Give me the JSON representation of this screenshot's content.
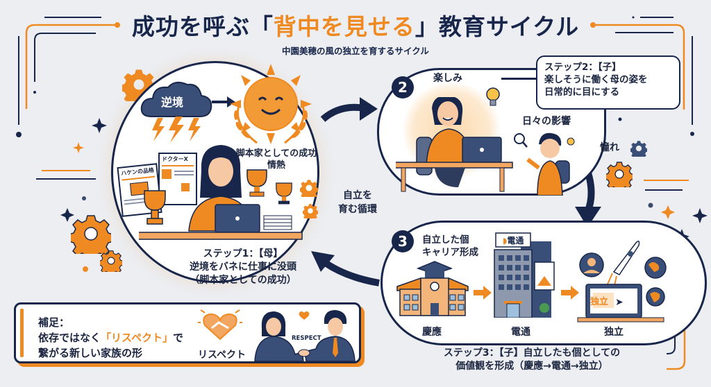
{
  "title": {
    "prefix": "成功を呼ぶ「",
    "highlight": "背中を見せる",
    "suffix": "」教育サイクル",
    "subtitle": "中園美穂の風の独立を育するサイクル"
  },
  "colors": {
    "navy": "#17264a",
    "orange": "#ef8a22",
    "background": "#eceef2",
    "white": "#ffffff"
  },
  "step1": {
    "cloud_label": "逆境",
    "doc1_title": "ハケンの品格",
    "doc2_title": "ドクターX",
    "success_label_line1": "脚本家としての成功",
    "success_label_line2": "情熱",
    "caption_line1": "ステップ1：【母】",
    "caption_line2": "逆境をバネに仕事に没頭",
    "caption_line3": "（脚本家としての成功）"
  },
  "cycle_center": {
    "line1": "自立を",
    "line2": "育む循環"
  },
  "step2": {
    "number": "2",
    "joy_label": "楽しみ",
    "influence_label": "日々の影響",
    "admiration_label": "憧れ",
    "callout_line1": "ステップ2：【子】",
    "callout_line2": "楽しそうに働く母の姿を",
    "callout_line3": "日常的に目にする"
  },
  "step3": {
    "number": "3",
    "header_line1": "自立した個",
    "header_line2": "キャリア形成",
    "stages": [
      "慶應",
      "電通",
      "独立"
    ],
    "building_sign": "電通",
    "laptop_text": "独立",
    "caption_line1": "ステップ3：【子】自立したも個としての",
    "caption_line2": "価値観を形成（慶應→電通→独立）"
  },
  "note": {
    "line1": "補足：",
    "line2_prefix": "依存ではなく",
    "line2_highlight": "「リスペクト」",
    "line2_suffix": "で",
    "line3": "繋がる新しい家族の形",
    "icon_label": "リスペクト",
    "badge_text": "RESPECT"
  }
}
